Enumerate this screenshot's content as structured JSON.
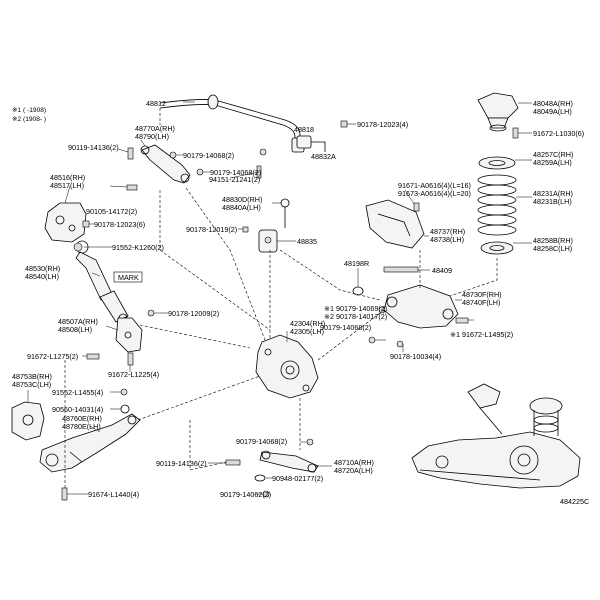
{
  "notes": {
    "note1": "※1 (    -1908)",
    "note2": "※2 (1908-    )"
  },
  "labels": [
    {
      "id": "48812",
      "lines": [
        "48812"
      ]
    },
    {
      "id": "48818",
      "lines": [
        "48818"
      ]
    },
    {
      "id": "48832A",
      "lines": [
        "48832A"
      ]
    },
    {
      "id": "90178-12023-4",
      "lines": [
        "90178-12023(4)"
      ]
    },
    {
      "id": "48770A",
      "lines": [
        "48770A(RH)",
        "48790(LH)"
      ]
    },
    {
      "id": "90119-14136-2a",
      "lines": [
        "90119-14136(2)"
      ]
    },
    {
      "id": "90179-14068-2a",
      "lines": [
        "90179-14068(2)"
      ]
    },
    {
      "id": "90179-14068-2b",
      "lines": [
        "90179-14068(2)"
      ]
    },
    {
      "id": "94151-21241",
      "lines": [
        "94151-21241(2)"
      ]
    },
    {
      "id": "48516",
      "lines": [
        "48516(RH)",
        "48517(LH)"
      ]
    },
    {
      "id": "90105-14172",
      "lines": [
        "90105-14172(2)"
      ]
    },
    {
      "id": "90178-12023-6",
      "lines": [
        "90178-12023(6)"
      ]
    },
    {
      "id": "48830D",
      "lines": [
        "48830D(RH)",
        "48840A(LH)"
      ]
    },
    {
      "id": "90178-12019",
      "lines": [
        "90178-12019(2)"
      ]
    },
    {
      "id": "48835",
      "lines": [
        "48835"
      ]
    },
    {
      "id": "91552-K1260",
      "lines": [
        "91552-K1260(2)"
      ]
    },
    {
      "id": "48530",
      "lines": [
        "48530(RH)",
        "48540(LH)"
      ]
    },
    {
      "id": "mark",
      "lines": [
        "MARK"
      ]
    },
    {
      "id": "90178-12009",
      "lines": [
        "90178-12009(2)"
      ]
    },
    {
      "id": "48507A",
      "lines": [
        "48507A(RH)",
        "48508(LH)"
      ]
    },
    {
      "id": "91672-L1275",
      "lines": [
        "91672-L1275(2)"
      ]
    },
    {
      "id": "91672-L1225",
      "lines": [
        "91672-L1225(4)"
      ]
    },
    {
      "id": "48753B",
      "lines": [
        "48753B(RH)",
        "48753C(LH)"
      ]
    },
    {
      "id": "91552-L1455",
      "lines": [
        "91552-L1455(4)"
      ]
    },
    {
      "id": "90560-14031",
      "lines": [
        "90560-14031(4)"
      ]
    },
    {
      "id": "48760E",
      "lines": [
        "48760E(RH)",
        "48780E(LH)"
      ]
    },
    {
      "id": "90119-14136-2b",
      "lines": [
        "90119-14136(2)"
      ]
    },
    {
      "id": "91674-L1440",
      "lines": [
        "91674-L1440(4)"
      ]
    },
    {
      "id": "42304",
      "lines": [
        "42304(RH)",
        "42305(LH)"
      ]
    },
    {
      "id": "90179-14068-2c",
      "lines": [
        "90179-14068(2)"
      ]
    },
    {
      "id": "90948-02177",
      "lines": [
        "90948-02177(2)"
      ]
    },
    {
      "id": "48710A",
      "lines": [
        "48710A(RH)",
        "48720A(LH)"
      ]
    },
    {
      "id": "90179-14062",
      "lines": [
        "90179-14062(2)"
      ]
    },
    {
      "id": "48048A",
      "lines": [
        "48048A(RH)",
        "48049A(LH)"
      ]
    },
    {
      "id": "91672-L1030",
      "lines": [
        "91672-L1030(6)"
      ]
    },
    {
      "id": "48257C",
      "lines": [
        "48257C(RH)",
        "48259A(LH)"
      ]
    },
    {
      "id": "48231A",
      "lines": [
        "48231A(RH)",
        "48231B(LH)"
      ]
    },
    {
      "id": "48258B",
      "lines": [
        "48258B(RH)",
        "48258C(LH)"
      ]
    },
    {
      "id": "91671-A0616",
      "lines": [
        "91671-A0616(4)(L=16)",
        "91673-A0616(4)(L=20)"
      ]
    },
    {
      "id": "48737",
      "lines": [
        "48737(RH)",
        "48738(LH)"
      ]
    },
    {
      "id": "48198R",
      "lines": [
        "48198R"
      ]
    },
    {
      "id": "48409",
      "lines": [
        "48409"
      ]
    },
    {
      "id": "90179-14069",
      "lines": [
        "※1 90179-14069(2)",
        "※2 90178-14017(2)"
      ]
    },
    {
      "id": "48730F",
      "lines": [
        "48730F(RH)",
        "48740F(LH)"
      ]
    },
    {
      "id": "90179-14068-2d",
      "lines": [
        "90179-14068(2)"
      ]
    },
    {
      "id": "91672-L1495",
      "lines": [
        "※1 91672-L1495(2)"
      ]
    },
    {
      "id": "90178-10034",
      "lines": [
        "90178-10034(4)"
      ]
    },
    {
      "id": "diagram-code",
      "lines": [
        "484225C"
      ]
    }
  ]
}
